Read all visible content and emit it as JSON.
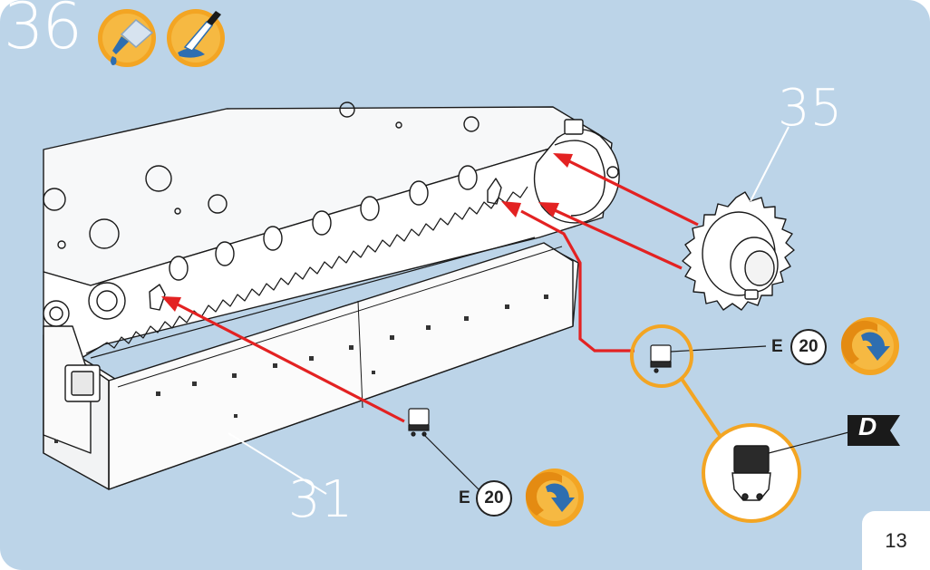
{
  "step": {
    "number": "36"
  },
  "tool_icons": [
    "glue-drop-icon",
    "paint-brush-icon"
  ],
  "parts": {
    "assembly_label": "31",
    "sprocket_label": "35"
  },
  "screw_callouts": [
    {
      "letter": "E",
      "number": "20",
      "icon": "screwdriver-rotate-icon"
    },
    {
      "letter": "E",
      "number": "20",
      "icon": "screwdriver-rotate-icon"
    }
  ],
  "detail_flag": {
    "letter": "D"
  },
  "page": {
    "number": "13"
  },
  "colors": {
    "background": "#bcd4e8",
    "arrow": "#e32222",
    "orange": "#f3a523",
    "accent_blue": "#2e6eb0"
  }
}
